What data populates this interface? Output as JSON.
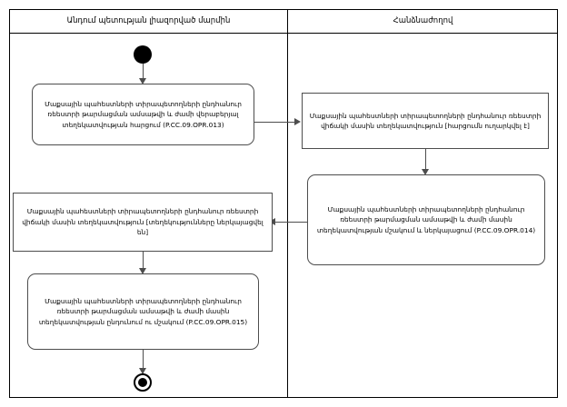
{
  "diagram": {
    "type": "uml-activity-diagram",
    "lanes": [
      {
        "id": "lane-left",
        "title": "Անդում պետության լիազորված մարմին"
      },
      {
        "id": "lane-right",
        "title": "Հանձնաժողով"
      }
    ],
    "nodes": [
      {
        "id": "initial",
        "kind": "initial-node",
        "lane": "lane-left"
      },
      {
        "id": "action-013",
        "kind": "action",
        "lane": "lane-left",
        "text": "Մաքսային պահեստների տիրապետողների ընդհանուր ռեեստրի թարմացման ամսաթվի և ժամի վերաբերյալ տեղեկատվության հարցում (P.CC.09.OPR.013)",
        "code": "P.CC.09.OPR.013"
      },
      {
        "id": "object-request-sent",
        "kind": "object",
        "lane": "lane-right",
        "text": "Մաքսային պահեստների տիրապետողների ընդհանուր ռեեստրի վիճակի մասին տեղեկատվություն [հարցումն ուղարկվել է]",
        "state": "հարցումն ուղարկվել է"
      },
      {
        "id": "action-014",
        "kind": "action",
        "lane": "lane-right",
        "text": "Մաքսային պահեստների տիրապետողների ընդհանուր ռեեստրի թարմացման ամսաթվի և ժամի մասին տեղեկատվության մշակում և ներկայացում (P.CC.09.OPR.014)",
        "code": "P.CC.09.OPR.014"
      },
      {
        "id": "object-info-provided",
        "kind": "object",
        "lane": "lane-left",
        "text": "Մաքսային պահեստների տիրապետողների  ընդհանուր ռեեստրի վիճակի մասին տեղեկատվություն [տեղեկությունները ներկայացվել են]",
        "state": "տեղեկությունները ներկայացվել են"
      },
      {
        "id": "action-015",
        "kind": "action",
        "lane": "lane-left",
        "text": "Մաքսային պահեստների տիրապետողների ընդհանուր ռեեստրի թարմացման ամսաթվի և ժամի մասին տեղեկատվության ընդունում ու մշակում (P.CC.09.OPR.015)",
        "code": "P.CC.09.OPR.015"
      },
      {
        "id": "final",
        "kind": "activity-final-node",
        "lane": "lane-left"
      }
    ],
    "edges": [
      {
        "from": "initial",
        "to": "action-013",
        "direction": "down"
      },
      {
        "from": "action-013",
        "to": "object-request-sent",
        "direction": "right"
      },
      {
        "from": "object-request-sent",
        "to": "action-014",
        "direction": "down"
      },
      {
        "from": "action-014",
        "to": "object-info-provided",
        "direction": "left"
      },
      {
        "from": "object-info-provided",
        "to": "action-015",
        "direction": "down"
      },
      {
        "from": "action-015",
        "to": "final",
        "direction": "down"
      }
    ],
    "colors": {
      "frame": "#000000",
      "node_border": "#4d4d4d",
      "edge": "#4d4d4d",
      "control_node": "#000000",
      "background": "#ffffff"
    }
  }
}
